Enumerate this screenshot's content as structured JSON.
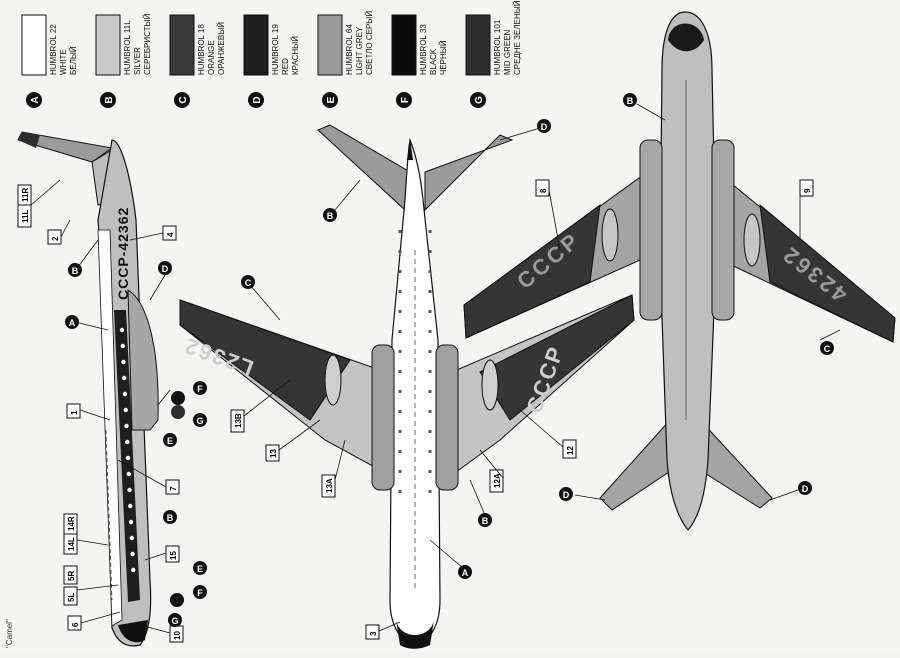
{
  "sheet": {
    "footer_note": "\"Camel\""
  },
  "palette": [
    {
      "letter": "A",
      "code": "HUMBROL 22",
      "name_en": "WHITE",
      "name_ru": "БЕЛЫЙ",
      "color": "#ffffff"
    },
    {
      "letter": "B",
      "code": "HUMBROL 11L",
      "name_en": "SILVER",
      "name_ru": "СЕРЕБРИСТЫЙ",
      "color": "#c9c9c9"
    },
    {
      "letter": "C",
      "code": "HUMBROL 18",
      "name_en": "ORANGE",
      "name_ru": "ОРАНЖЕВЫЙ",
      "color": "#3a3a3a"
    },
    {
      "letter": "D",
      "code": "HUMBROL 19",
      "name_en": "RED",
      "name_ru": "КРАСНЫЙ",
      "color": "#1e1e1e"
    },
    {
      "letter": "E",
      "code": "HUMBROL 64",
      "name_en": "LIGHT GREY",
      "name_ru": "СВЕТЛО СЕРЫЙ",
      "color": "#9a9a9a"
    },
    {
      "letter": "F",
      "code": "HUMBROL 33",
      "name_en": "BLACK",
      "name_ru": "ЧЕРНЫЙ",
      "color": "#0a0a0a"
    },
    {
      "letter": "G",
      "code": "HUMBROL 101",
      "name_en": "MID GREEN",
      "name_ru": "СРЕДНЕ ЗЕЛЕНЫЙ",
      "color": "#2e2e2e"
    }
  ],
  "registration": {
    "side": "СССР-42362",
    "wing_top": "L2362",
    "wing_top_right": "СССР",
    "wing_under_left": "СССР",
    "wing_under_right": "42362"
  },
  "side_decals": {
    "d11L": "11L",
    "d11R": "11R",
    "d2": "2",
    "d4": "4",
    "d1": "1",
    "d7": "7",
    "d14L": "14L",
    "d14R": "14R",
    "d15": "15",
    "d5R": "5R",
    "d5L": "5L",
    "d6": "6",
    "d10": "10"
  },
  "side_colors": {
    "D1": "D",
    "A1": "A",
    "B1": "B",
    "F1": "F",
    "G1": "G",
    "E1": "E",
    "B2": "B",
    "E2": "E",
    "F2": "F",
    "G2": "G"
  },
  "top_decals": {
    "d13B": "13B",
    "d13": "13",
    "d13A": "13A",
    "d12": "12",
    "d12A": "12A",
    "d3": "3"
  },
  "top_colors": {
    "C1": "C",
    "B1": "B",
    "D1": "D",
    "B2": "B",
    "A1": "A"
  },
  "under_decals": {
    "d8": "8",
    "d9": "9"
  },
  "under_colors": {
    "B1": "B",
    "C1": "C",
    "D1": "D",
    "D2": "D"
  }
}
